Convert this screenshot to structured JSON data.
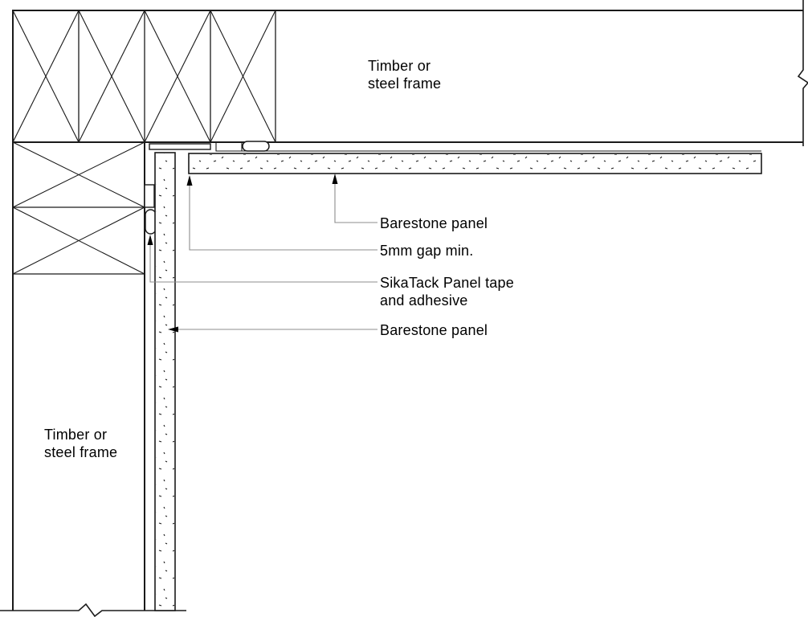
{
  "drawing": {
    "type": "construction-detail-section",
    "subject": "Barestone panel external corner fixing detail",
    "colors": {
      "background": "#ffffff",
      "line": "#1a1a1a",
      "leader_line": "#8c8c8c",
      "arrowhead": "#000000",
      "text": "#000000"
    },
    "labels": {
      "frame_top": {
        "line1": "Timber or",
        "line2": "steel frame"
      },
      "frame_left": {
        "line1": "Timber or",
        "line2": "steel frame"
      },
      "callouts": {
        "barestone_panel_top": "Barestone panel",
        "gap": "5mm gap min.",
        "sikatack_line1": "SikaTack Panel tape",
        "sikatack_line2": "and adhesive",
        "barestone_panel_left": "Barestone panel"
      }
    },
    "symbols": {
      "cross_bracing": "X-braced frame sections",
      "break_marks": "zigzag cut/break lines at right edge and bottom edge",
      "stipple": "speckled fibre-cement panel fill",
      "adhesive_bead": "rounded capsule bead",
      "tape": "small rectangle strip"
    }
  }
}
